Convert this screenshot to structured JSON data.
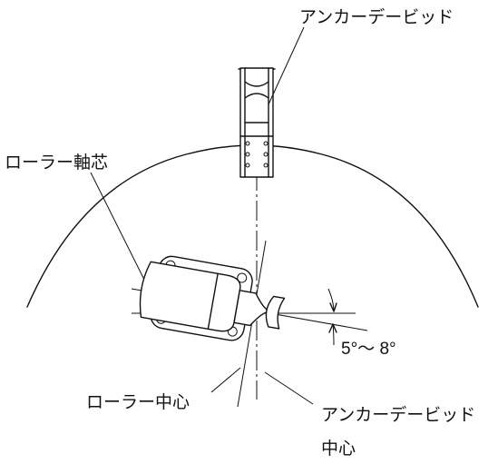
{
  "labels": {
    "anchor_davit": "アンカーデービッド",
    "roller_axis": "ローラー軸芯",
    "roller_center": "ローラー中心",
    "anchor_davit_center_line1": "アンカーデービッド",
    "anchor_davit_center_line2": "中心",
    "angle_range": "5°～ 8°"
  }
}
